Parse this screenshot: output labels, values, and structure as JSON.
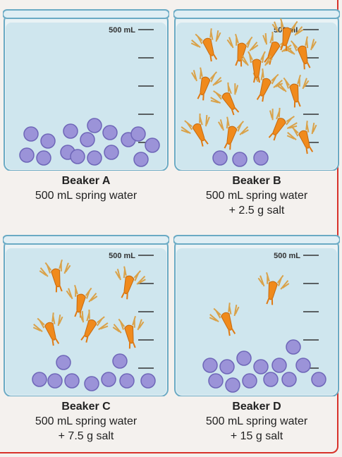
{
  "figure": {
    "accent_color": "#d8322a",
    "water_color": "#cfe6ee",
    "beakers": [
      {
        "title": "Beaker A",
        "line1": "500 mL spring water",
        "line2": "",
        "volume_label": "500 mL",
        "shrimp": 0,
        "eggs": 16,
        "icon": "egg-and-brine-shrimp"
      },
      {
        "title": "Beaker B",
        "line1": "500 mL spring water",
        "line2": "+ 2.5 g salt",
        "volume_label": "500 mL",
        "shrimp": 14,
        "eggs": 3
      },
      {
        "title": "Beaker C",
        "line1": "500 mL spring water",
        "line2": "+ 7.5 g salt",
        "volume_label": "500 mL",
        "shrimp": 6,
        "eggs": 9
      },
      {
        "title": "Beaker D",
        "line1": "500 mL spring water",
        "line2": "+ 15 g salt",
        "volume_label": "500 mL",
        "shrimp": 2,
        "eggs": 13
      }
    ]
  }
}
